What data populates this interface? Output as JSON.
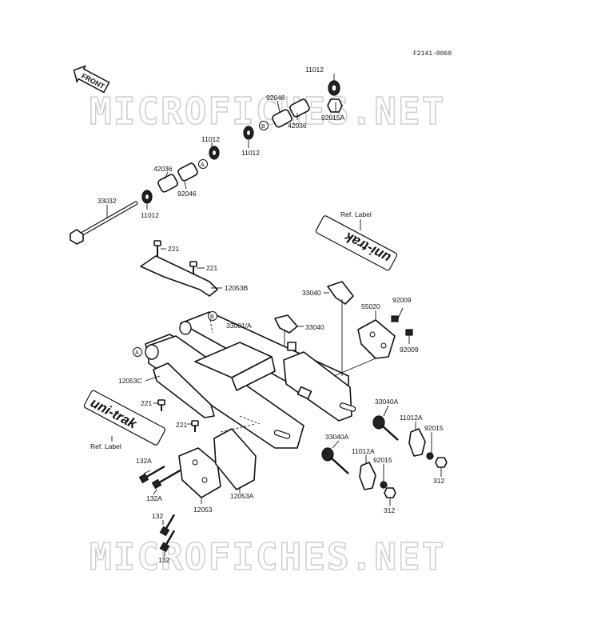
{
  "diagram": {
    "code": "F2141-0060",
    "front_label": "FRONT",
    "watermark": "MICROFICHES.NET",
    "ref_label": "Ref. Label",
    "decal_text": "uni-trak",
    "parts": {
      "p11012_a": "11012",
      "p11012_b": "11012",
      "p11012_c": "11012",
      "p11012_d": "11012",
      "p92015A": "92015A",
      "p92046_a": "92046",
      "p92046_b": "92046",
      "p42036_a": "42036",
      "p42036_b": "42036",
      "p33032": "33032",
      "p221_a": "221",
      "p221_b": "221",
      "p221_c": "221",
      "p221_d": "221",
      "p12053B": "12053B",
      "p33040_a": "33040",
      "p33040_b": "33040",
      "p55020": "55020",
      "p92009_a": "92009",
      "p92009_b": "92009",
      "p33001A": "33001/A",
      "p12053C": "12053C",
      "p33040A_a": "33040A",
      "p33040A_b": "33040A",
      "p11012A_a": "11012A",
      "p11012A_b": "11012A",
      "p92015_a": "92015",
      "p92015_b": "92015",
      "p312_a": "312",
      "p312_b": "312",
      "p132A_a": "132A",
      "p132A_b": "132A",
      "p12053": "12053",
      "p12053A": "12053A",
      "p132_a": "132",
      "p132_b": "132"
    },
    "callouts": {
      "a": "A",
      "b": "B"
    }
  }
}
